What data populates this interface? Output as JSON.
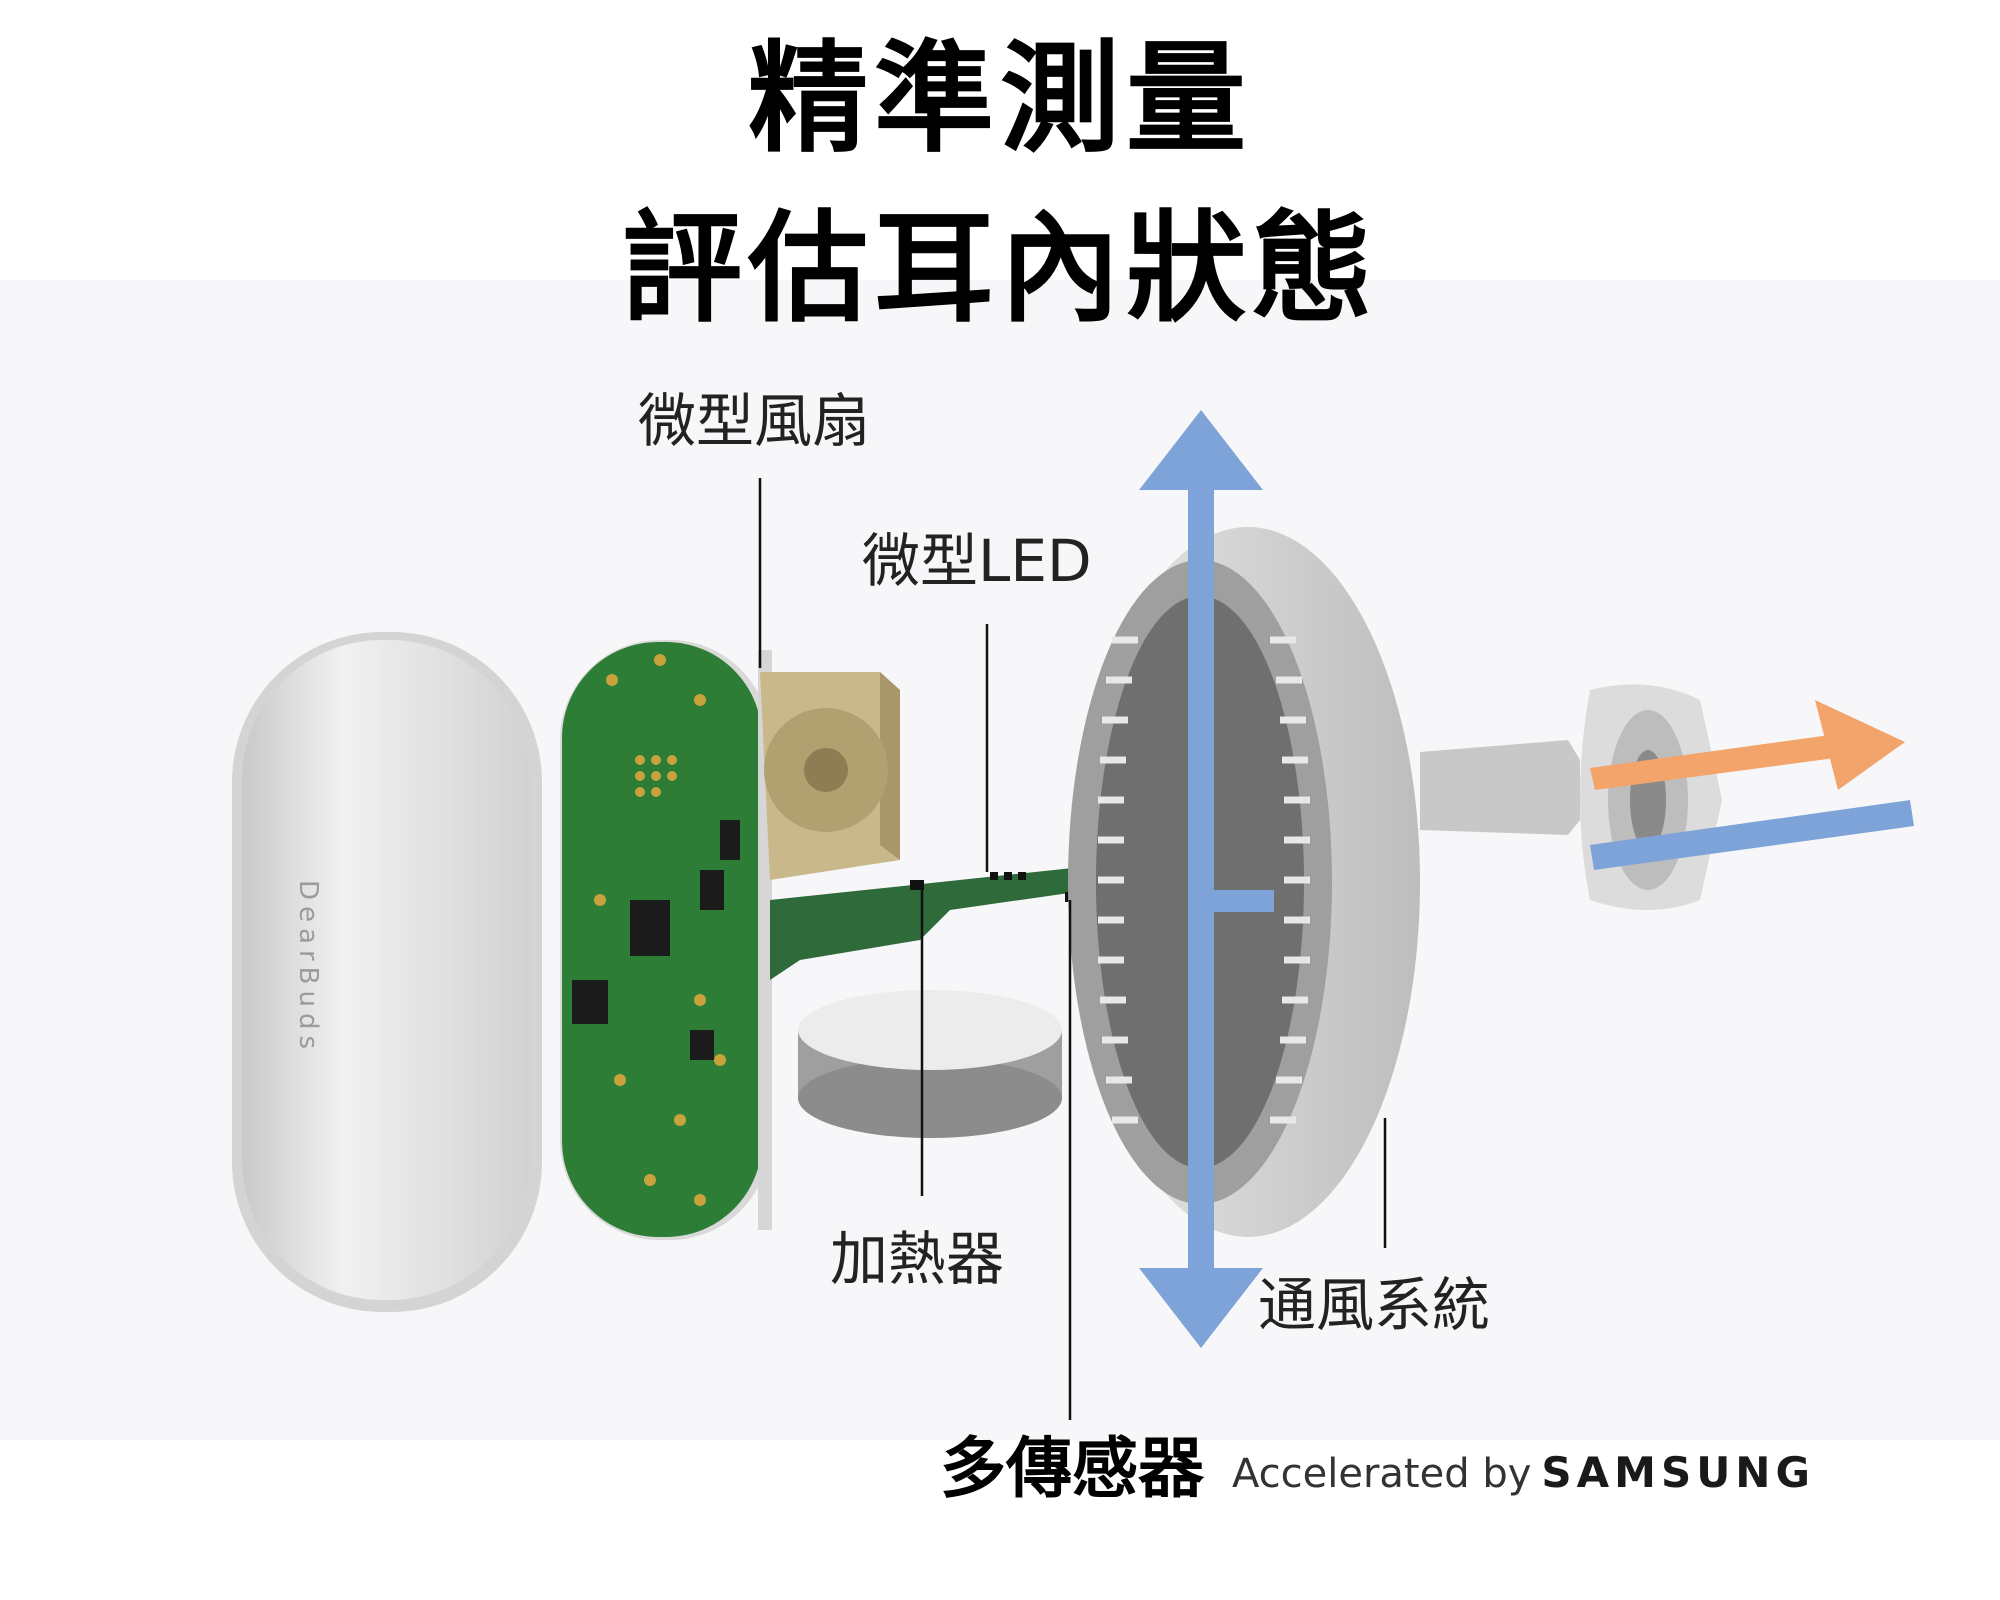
{
  "title": {
    "line1": "精準測量",
    "line2": "評估耳內狀態"
  },
  "case_logo_text": "DearBuds",
  "labels": {
    "fan": "微型風扇",
    "led": "微型LED",
    "heater": "加熱器",
    "ventilation": "通風系統",
    "multi_sensor": "多傳感器"
  },
  "footer": {
    "prefix": "Accelerated by",
    "brand": "SAMSUNG"
  },
  "colors": {
    "airflow_blue": "#7ea3d8",
    "airflow_orange": "#f2a46b",
    "pcb_green": "#2e7d36",
    "fan_gold": "#c9b98a",
    "shell_grey": "#d9d9d9"
  }
}
